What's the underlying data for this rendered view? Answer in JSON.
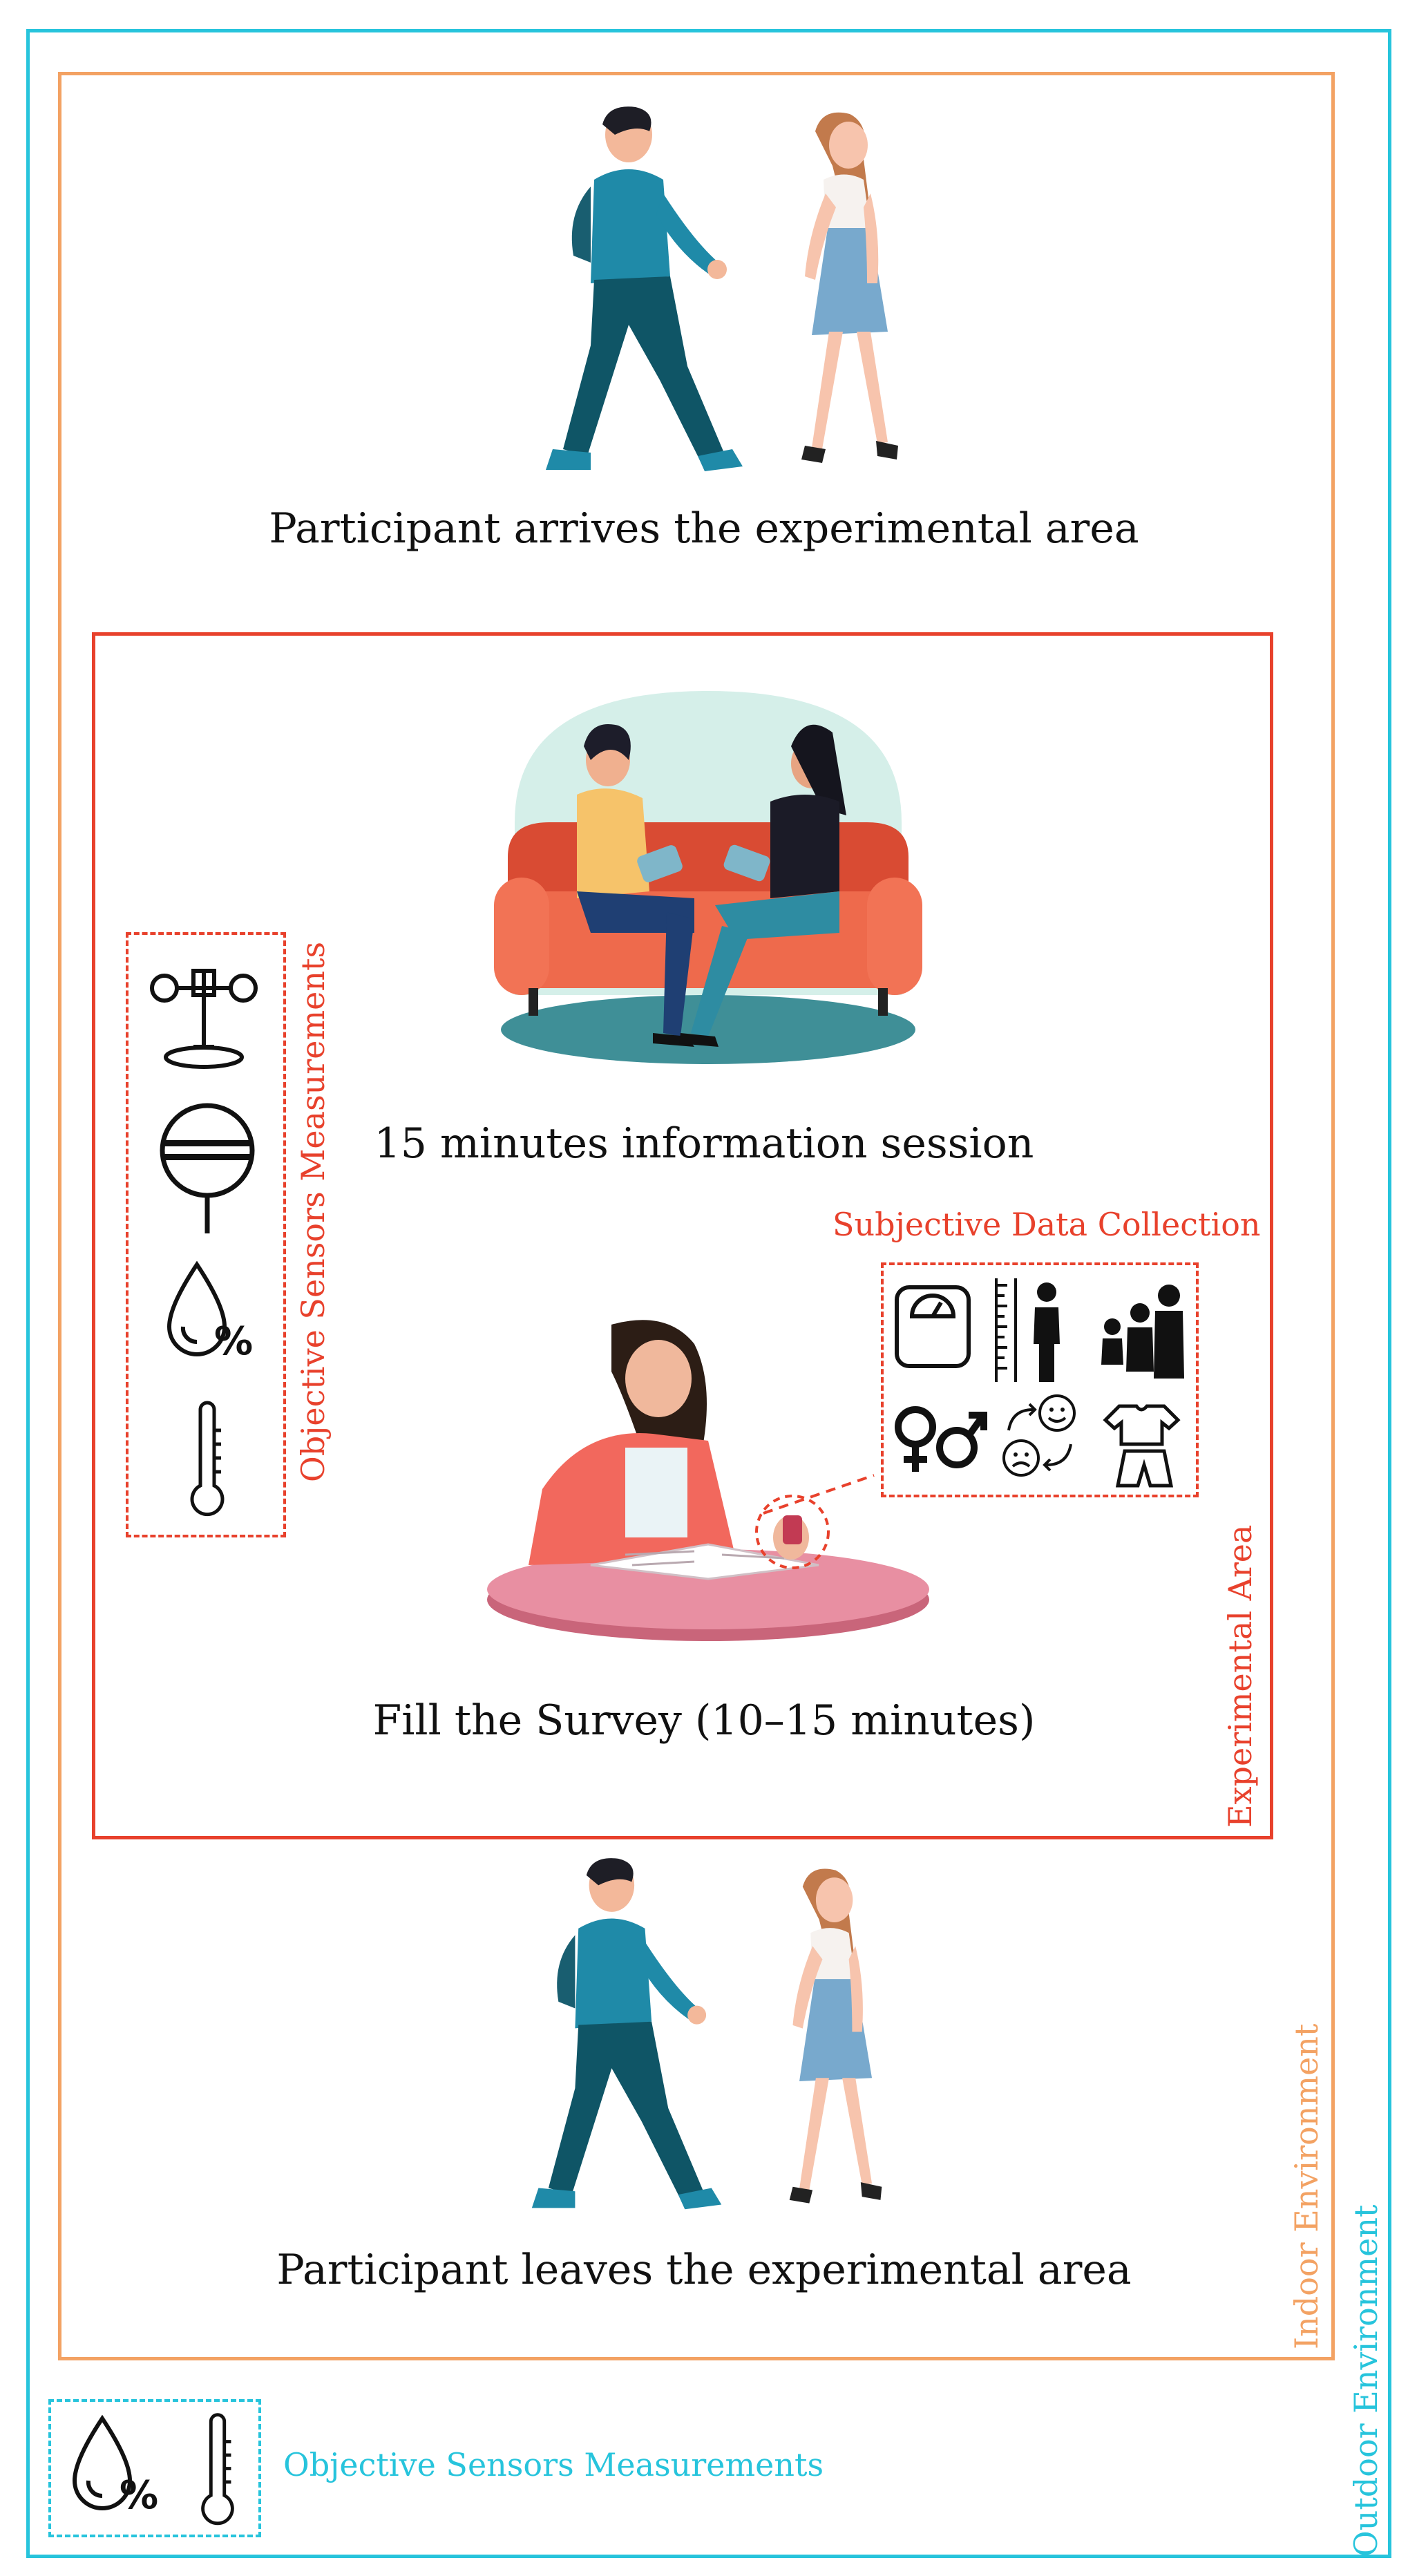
{
  "captions": {
    "arrive": "Participant arrives the experimental area",
    "info": "15 minutes information session",
    "survey": "Fill the Survey (10–15 minutes)",
    "leave": "Participant leaves the experimental area"
  },
  "labels": {
    "objective_indoor": "Objective Sensors Measurements",
    "subjective": "Subjective Data Collection",
    "experimental_area": "Experimental Area",
    "indoor": "Indoor Environment",
    "outdoor": "Outdoor Environment",
    "objective_outdoor": "Objective Sensors Measurements"
  },
  "colors": {
    "outdoor": "#27c4dc",
    "indoor": "#f3a263",
    "experimental": "#e8412c"
  },
  "icons": {
    "sensors": [
      "anemometer-icon",
      "globe-thermometer-icon",
      "humidity-icon",
      "thermometer-icon"
    ],
    "subjective": [
      "weight-scale-icon",
      "height-icon",
      "age-group-icon",
      "gender-icon",
      "mood-icon",
      "clothing-icon"
    ]
  }
}
